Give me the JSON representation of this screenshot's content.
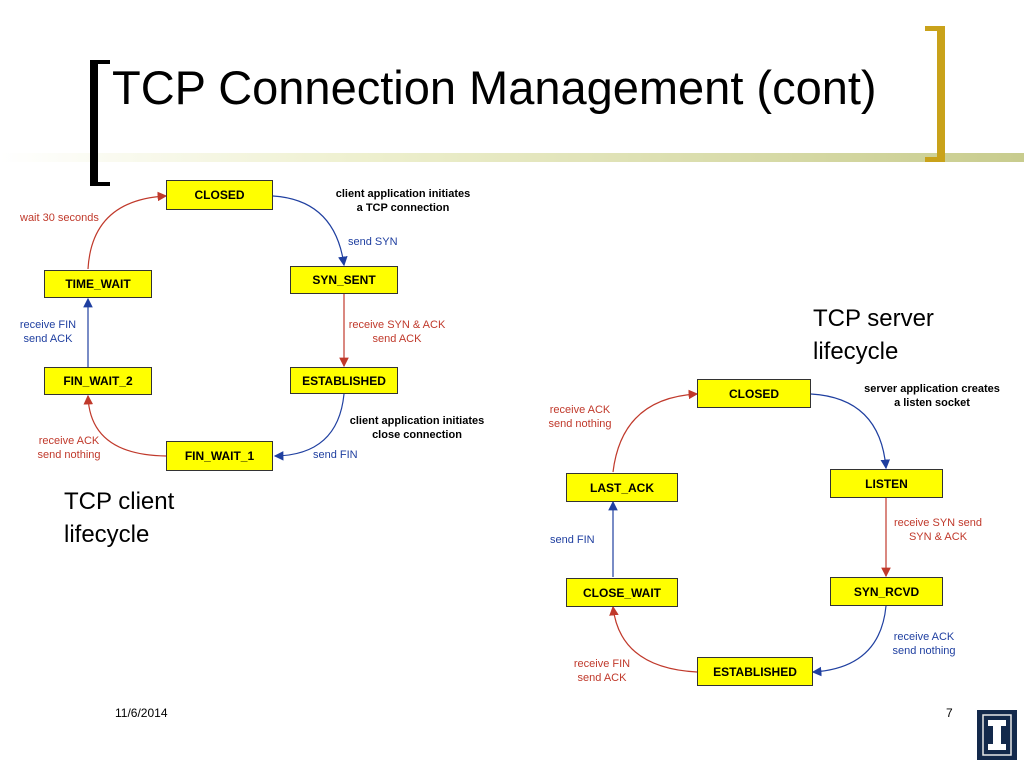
{
  "slide": {
    "title": "TCP Connection Management (cont)",
    "date": "11/6/2014",
    "page_number": "7",
    "bracket_color_left": "#000000",
    "bracket_color_right": "#c9a21a"
  },
  "client": {
    "caption": "TCP client lifecycle",
    "states": {
      "closed": "CLOSED",
      "syn_sent": "SYN_SENT",
      "established": "ESTABLISHED",
      "fin_wait_1": "FIN_WAIT_1",
      "fin_wait_2": "FIN_WAIT_2",
      "time_wait": "TIME_WAIT"
    },
    "transitions": {
      "closed_to_syn_sent_note": "client application initiates a TCP connection",
      "closed_to_syn_sent": "send SYN",
      "syn_sent_to_established": "receive SYN & ACK send ACK",
      "established_to_fin_wait_1_note": "client application initiates close connection",
      "established_to_fin_wait_1": "send FIN",
      "fin_wait_1_to_fin_wait_2": "receive ACK send nothing",
      "fin_wait_2_to_time_wait": "receive FIN send ACK",
      "time_wait_to_closed": "wait 30 seconds"
    }
  },
  "server": {
    "caption": "TCP server lifecycle",
    "states": {
      "closed": "CLOSED",
      "listen": "LISTEN",
      "syn_rcvd": "SYN_RCVD",
      "established": "ESTABLISHED",
      "close_wait": "CLOSE_WAIT",
      "last_ack": "LAST_ACK"
    },
    "transitions": {
      "closed_to_listen_note": "server application creates a listen socket",
      "listen_to_syn_rcvd": "receive SYN send SYN & ACK",
      "syn_rcvd_to_established": "receive ACK send nothing",
      "established_to_close_wait": "receive FIN send ACK",
      "close_wait_to_last_ack": "send FIN",
      "last_ack_to_closed": "receive ACK send nothing"
    }
  },
  "colors": {
    "state_fill": "#ffff00",
    "red_arrow": "#c0392b",
    "blue_arrow": "#1f3fa0"
  },
  "icons": {
    "logo": "university-block-i-logo"
  }
}
